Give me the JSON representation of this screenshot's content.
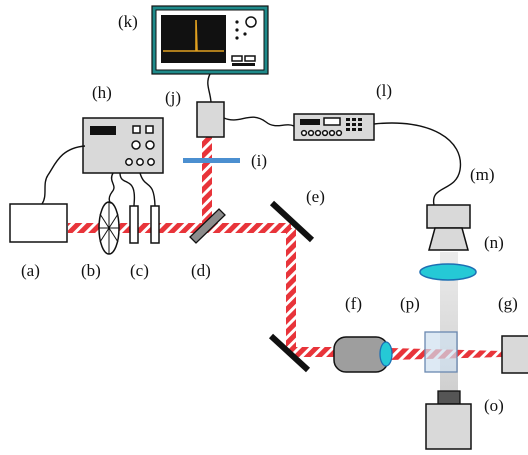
{
  "labels": {
    "a": "(a)",
    "b": "(b)",
    "c": "(c)",
    "d": "(d)",
    "e": "(e)",
    "f": "(f)",
    "g": "(g)",
    "h": "(h)",
    "i": "(i)",
    "j": "(j)",
    "k": "(k)",
    "l": "(l)",
    "m": "(m)",
    "n": "(n)",
    "o": "(o)",
    "p": "(p)"
  },
  "colors": {
    "laser_red": "#e8343a",
    "laser_stripe": "#ffffff",
    "equipment_gray": "#d9d9d9",
    "scope_frame": "#1f8a8a",
    "scope_screen": "#111111",
    "scope_trace": "#e0a020",
    "lens_fill": "#25c9d6",
    "lens_stroke": "#1d6fb3",
    "filter_blue": "#4b8fd0",
    "cell_fill": "#cfe0f0",
    "cell_stroke": "#6a88b0",
    "probe_beam": "#c7c7c7"
  },
  "icons": {
    "chopper": "chopper-wheel-icon",
    "oscilloscope": "oscilloscope-icon",
    "mirror": "mirror-icon"
  }
}
